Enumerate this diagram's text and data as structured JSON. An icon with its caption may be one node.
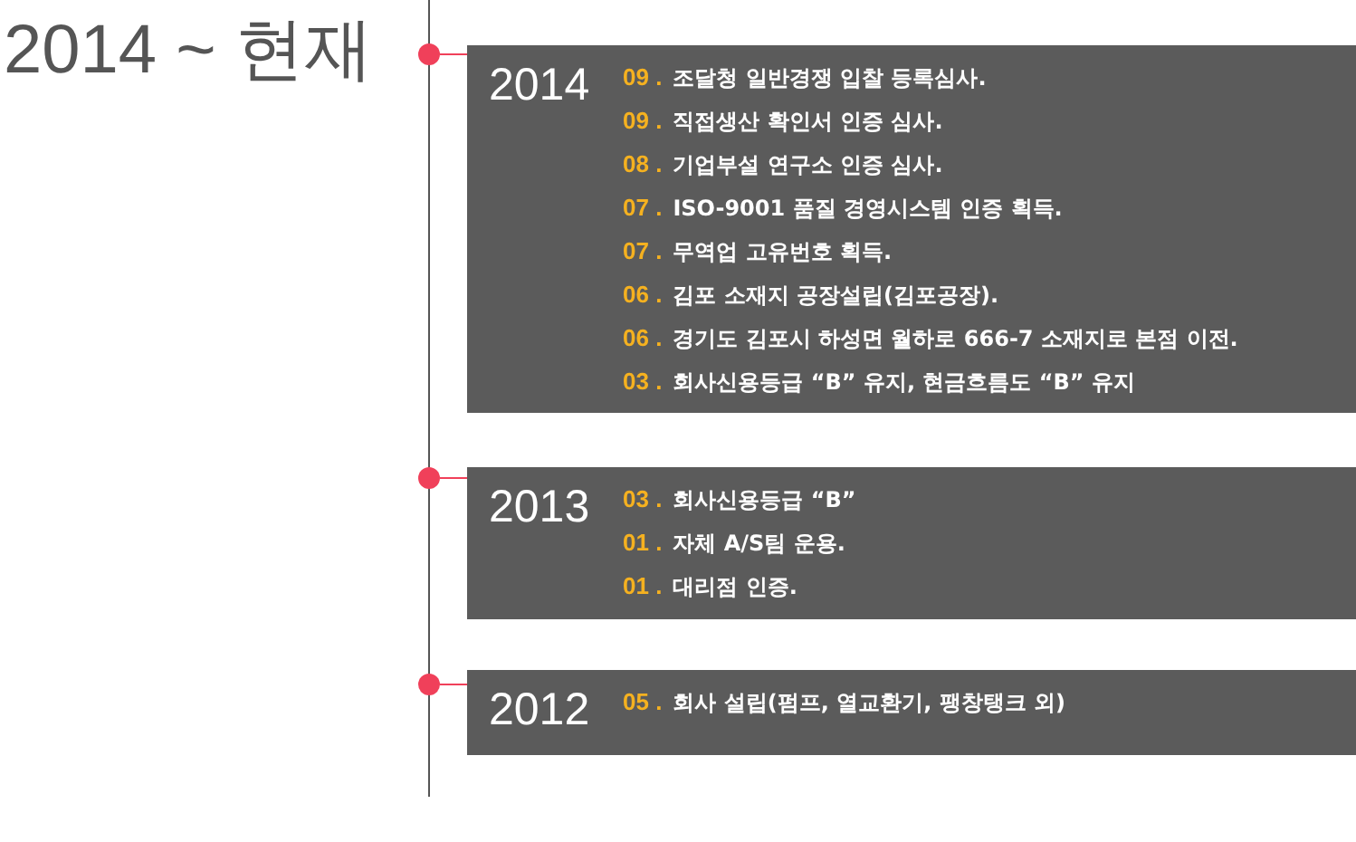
{
  "diagram": {
    "title": "2014 ~ 현재",
    "nodes": [
      {
        "text": [],
        "shape": "circle"
      },
      {
        "text": [
          "2014",
          "09 .",
          "조달청 일반경쟁 입찰 등록심사.",
          "09 .",
          "직접생산 확인서 인증 심사.",
          "08 .",
          "기업부설 연구소 인증 심사.",
          "07 .",
          "ISO-9001 품질 경영시스템 인증 획득.",
          "07 .",
          "무역업 고유번호 획득.",
          "06 .",
          "김포 소재지 공장설립(김포공장).",
          "06 .",
          "경기도 김포시 하성면 월하로 666-7 소재지로 본점 이전.",
          "03 .",
          "회사신용등급 “B” 유지, 현금흐름도 “B” 유지"
        ]
      },
      {
        "text": [],
        "shape": "circle"
      },
      {
        "text": [
          "2013",
          "03 .",
          "회사신용등급 “B”",
          "01 .",
          "자체 A/S팀 운용.",
          "01 .",
          "대리점 인증."
        ]
      },
      {
        "text": [],
        "shape": "circle"
      },
      {
        "text": [
          "2012",
          "05 .",
          "회사 설립(펌프, 열교환기, 팽창탱크 외)"
        ]
      }
    ],
    "edges": [
      {
        "from": 0,
        "to": 1,
        "arrow": "none",
        "color": "#f0405a"
      },
      {
        "from": 2,
        "to": 3,
        "arrow": "none",
        "color": "#f0405a"
      },
      {
        "from": 4,
        "to": 5,
        "arrow": "none",
        "color": "#f0405a"
      }
    ]
  }
}
